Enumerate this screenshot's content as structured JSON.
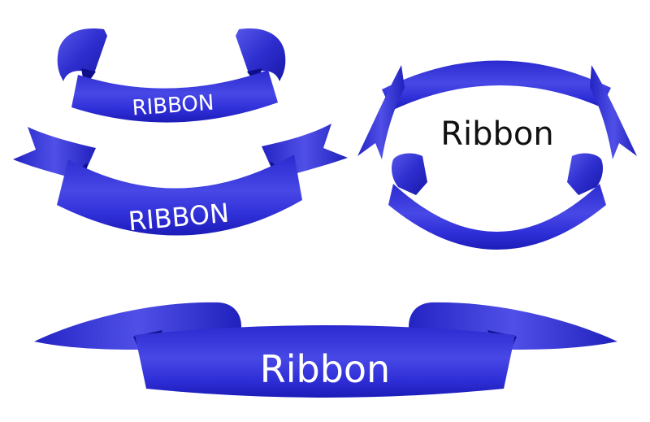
{
  "ribbons": [
    {
      "label": "RIBBON"
    },
    {
      "label": "RIBBON"
    },
    {
      "label": "Ribbon"
    },
    {
      "label": "Ribbon"
    }
  ],
  "colors": {
    "ribbon_dark": "#1a1ab8",
    "ribbon_mid": "#3b3bd6",
    "ribbon_light": "#7a7af0",
    "fold": "#0f0f8a",
    "background": "#ffffff"
  }
}
